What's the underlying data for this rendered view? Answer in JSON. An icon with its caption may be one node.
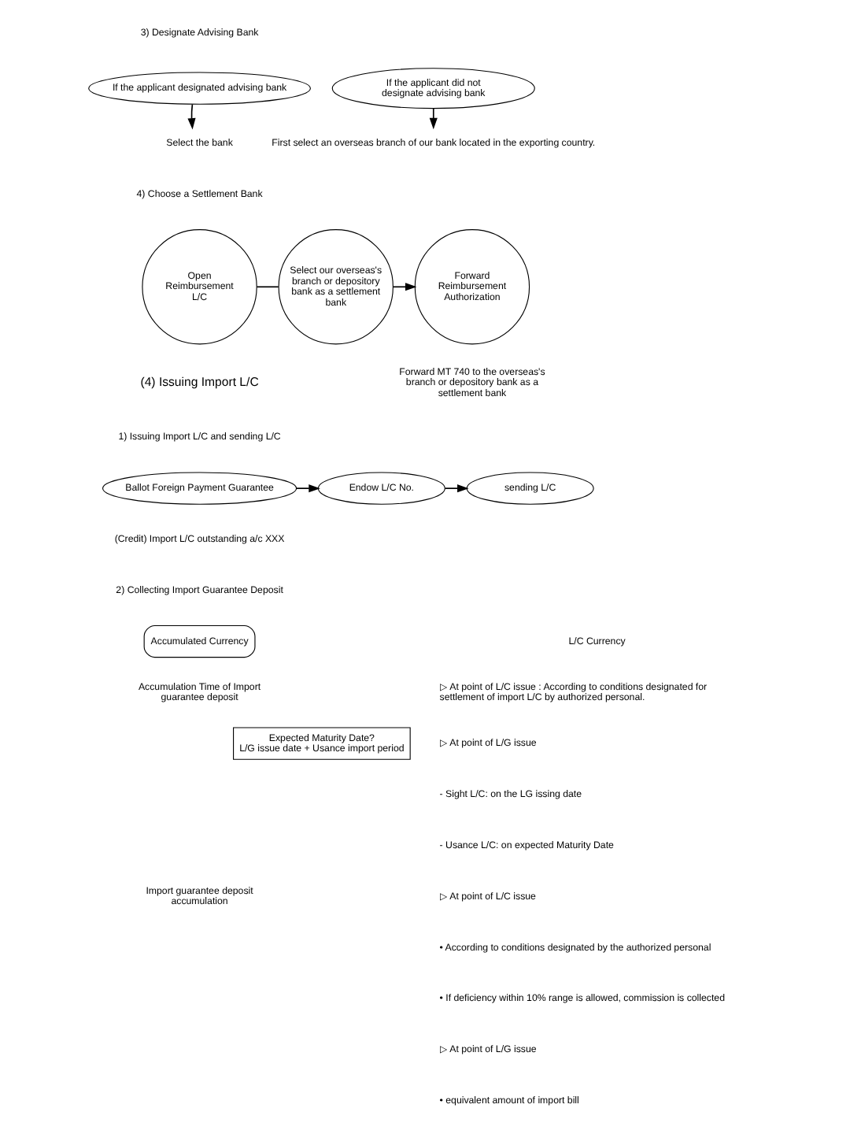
{
  "diagram": {
    "nodes": [
      {
        "text": [
          "If the applicant designated advising bank"
        ]
      },
      {
        "text": [
          "If the applicant did not designate advising bank"
        ]
      },
      {
        "text": [
          "Select the bank"
        ]
      },
      {
        "text": [
          "First select an overseas branch of our bank located in the exporting country."
        ]
      },
      {
        "text": [
          "Open Reimbursement L/C"
        ]
      },
      {
        "text": [
          "Select our overseas's branch or depository bank as a settlement bank"
        ]
      },
      {
        "text": [
          "Forward Reimbursement Authorization"
        ],
        "beside": [
          "Forward MT 740 to the overseas's branch or depository bank as a settlement bank"
        ]
      },
      {
        "text": [
          "Ballot Foreign Payment Guarantee"
        ]
      },
      {
        "text": [
          "Endow L/C No."
        ]
      },
      {
        "text": [
          "sending L/C"
        ]
      },
      {
        "text": [
          "Accumulated Currency"
        ]
      },
      {
        "text": [
          "Expected Maturity Date?",
          "L/G issue date + Usance import period"
        ]
      }
    ],
    "edges": [
      {
        "from": 0,
        "to": 2,
        "arrow": "to"
      },
      {
        "from": 1,
        "to": 3,
        "arrow": "to"
      },
      {
        "from": 4,
        "to": 5,
        "arrow": "none"
      },
      {
        "from": 5,
        "to": 6,
        "arrow": "to"
      },
      {
        "from": 7,
        "to": 8,
        "arrow": "to"
      },
      {
        "from": 8,
        "to": 9,
        "arrow": "to"
      }
    ],
    "labels": [
      "3) Designate Advising Bank",
      "4) Choose a Settlement Bank",
      "(4) Issuing Import L/C",
      "1) Issuing Import L/C and sending L/C",
      "(Credit) Import L/C outstanding a/c XXX",
      "2) Collecting Import Guarantee Deposit",
      "L/C Currency",
      "Accumulation Time of Import guarantee deposit",
      "▷ At point of L/C issue : According to conditions designated for settlement of import L/C by authorized personal.",
      "▷ At point of L/G issue",
      "- Sight L/C: on the LG issing date",
      "- Usance L/C: on expected Maturity Date",
      "Import guarantee deposit accumulation",
      "▷ At point of L/C issue",
      "• According to conditions designated by the authorized personal",
      "• If deficiency within 10% range is allowed, commission is collected",
      "▷ At point of L/G issue",
      "• equivalent amount of import bill"
    ]
  }
}
